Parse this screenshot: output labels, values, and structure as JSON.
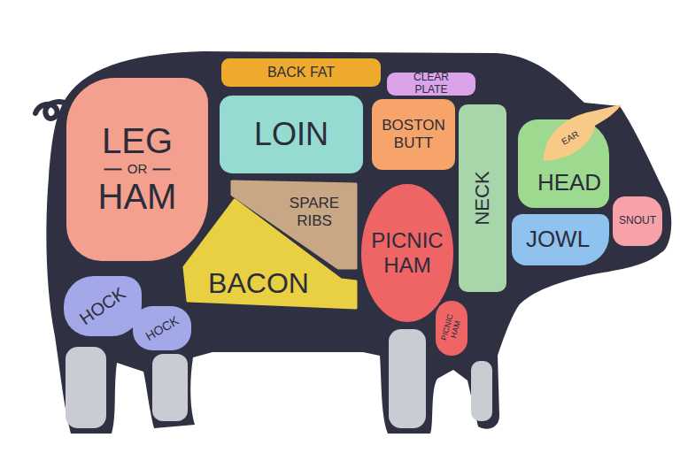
{
  "diagram": {
    "nodes": [
      {
        "text": [
          "BACK FAT"
        ]
      },
      {
        "text": [
          "CLEAR PLATE"
        ]
      },
      {
        "text": [
          "LEG",
          "OR",
          "HAM"
        ]
      },
      {
        "text": [
          "LOIN"
        ]
      },
      {
        "text": [
          "BOSTON BUTT"
        ]
      },
      {
        "text": [
          "NECK"
        ]
      },
      {
        "text": [
          "HEAD"
        ]
      },
      {
        "text": [
          "EAR"
        ]
      },
      {
        "text": [
          "SPARE RIBS"
        ]
      },
      {
        "text": [
          "SNOUT"
        ]
      },
      {
        "text": [
          "PICNIC HAM"
        ]
      },
      {
        "text": [
          "JOWL"
        ]
      },
      {
        "text": [
          "BACON"
        ]
      },
      {
        "text": [
          "HOCK"
        ]
      },
      {
        "text": [
          "HOCK"
        ]
      },
      {
        "text": [
          "PICNIC HAM"
        ]
      }
    ]
  }
}
